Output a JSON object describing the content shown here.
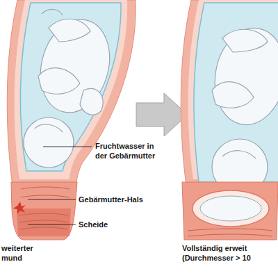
{
  "diagram": {
    "labels": [
      "Fruchtwasser in der Gebärmutter",
      "Gebärmutter-Hals",
      "Scheide",
      "weiterter mund",
      "Vollständig erweit (Durchmesser > 10"
    ]
  }
}
